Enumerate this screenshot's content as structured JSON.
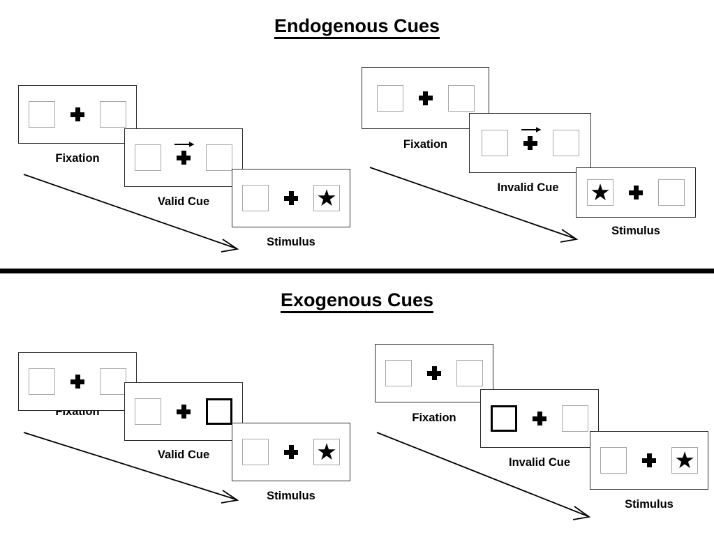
{
  "figure": {
    "background_color": "#ffffff",
    "divider_color": "#000000",
    "box_border_color": "#a6a6a6",
    "cued_box_border_color": "#000000",
    "panel_border_color": "#2b2b2b",
    "star_color": "#000000"
  },
  "sections": [
    {
      "title": "Endogenous Cues",
      "cue_type": "central-arrow",
      "sequences": [
        {
          "name": "valid",
          "steps": [
            {
              "label": "Fixation",
              "left_box": {
                "content": "empty",
                "cued": false
              },
              "right_box": {
                "content": "empty",
                "cued": false
              },
              "arrow_cue": "none"
            },
            {
              "label": "Valid Cue",
              "left_box": {
                "content": "empty",
                "cued": false
              },
              "right_box": {
                "content": "empty",
                "cued": false
              },
              "arrow_cue": "right"
            },
            {
              "label": "Stimulus",
              "left_box": {
                "content": "empty",
                "cued": false
              },
              "right_box": {
                "content": "star",
                "cued": false
              },
              "arrow_cue": "none"
            }
          ]
        },
        {
          "name": "invalid",
          "steps": [
            {
              "label": "Fixation",
              "left_box": {
                "content": "empty",
                "cued": false
              },
              "right_box": {
                "content": "empty",
                "cued": false
              },
              "arrow_cue": "none"
            },
            {
              "label": "Invalid Cue",
              "left_box": {
                "content": "empty",
                "cued": false
              },
              "right_box": {
                "content": "empty",
                "cued": false
              },
              "arrow_cue": "right"
            },
            {
              "label": "Stimulus",
              "left_box": {
                "content": "star",
                "cued": false
              },
              "right_box": {
                "content": "empty",
                "cued": false
              },
              "arrow_cue": "none"
            }
          ]
        }
      ]
    },
    {
      "title": "Exogenous Cues",
      "cue_type": "peripheral-box",
      "sequences": [
        {
          "name": "valid",
          "steps": [
            {
              "label": "Fixation",
              "left_box": {
                "content": "empty",
                "cued": false
              },
              "right_box": {
                "content": "empty",
                "cued": false
              },
              "arrow_cue": "none"
            },
            {
              "label": "Valid Cue",
              "left_box": {
                "content": "empty",
                "cued": false
              },
              "right_box": {
                "content": "empty",
                "cued": true
              },
              "arrow_cue": "none"
            },
            {
              "label": "Stimulus",
              "left_box": {
                "content": "empty",
                "cued": false
              },
              "right_box": {
                "content": "star",
                "cued": false
              },
              "arrow_cue": "none"
            }
          ]
        },
        {
          "name": "invalid",
          "steps": [
            {
              "label": "Fixation",
              "left_box": {
                "content": "empty",
                "cued": false
              },
              "right_box": {
                "content": "empty",
                "cued": false
              },
              "arrow_cue": "none"
            },
            {
              "label": "Invalid Cue",
              "left_box": {
                "content": "empty",
                "cued": true
              },
              "right_box": {
                "content": "empty",
                "cued": false
              },
              "arrow_cue": "none"
            },
            {
              "label": "Stimulus",
              "left_box": {
                "content": "empty",
                "cued": false
              },
              "right_box": {
                "content": "star",
                "cued": false
              },
              "arrow_cue": "none"
            }
          ]
        }
      ]
    }
  ],
  "glyphs": {
    "star": "★"
  }
}
